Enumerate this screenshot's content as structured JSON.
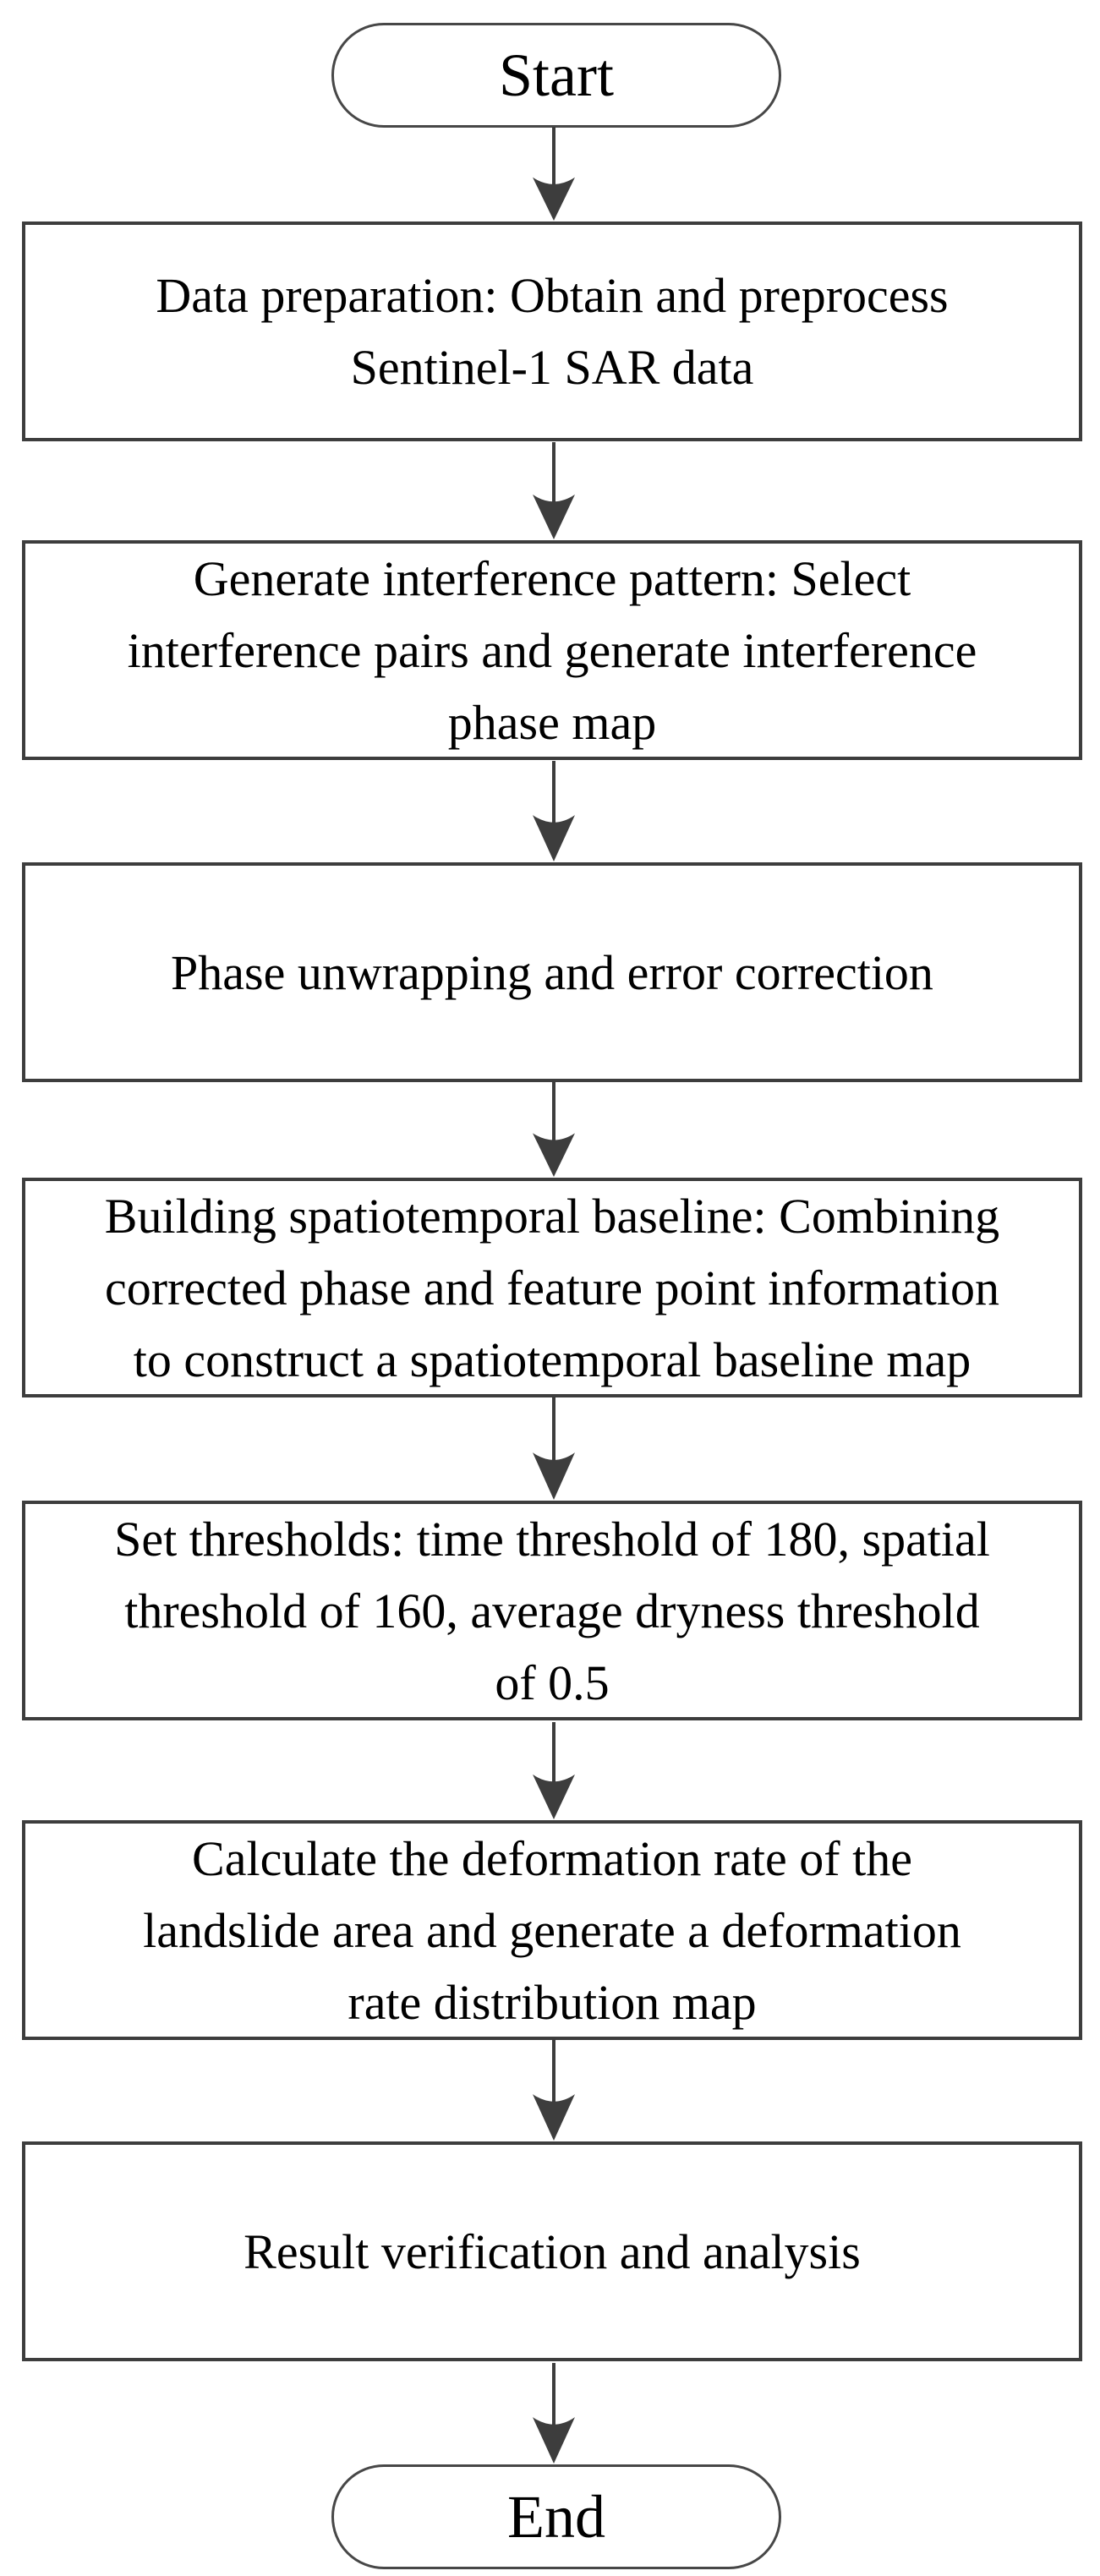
{
  "flowchart": {
    "colors": {
      "background": "#ffffff",
      "line": "#3d3d3d",
      "text": "#000000"
    },
    "nodes": [
      {
        "id": "start",
        "type": "terminator",
        "text": "Start"
      },
      {
        "id": "data-preparation",
        "type": "process",
        "lines": [
          "Data preparation: Obtain and preprocess",
          "Sentinel-1 SAR data"
        ]
      },
      {
        "id": "generate-interference-pattern",
        "type": "process",
        "lines": [
          "Generate interference pattern: Select",
          "interference pairs and generate interference",
          "phase map"
        ]
      },
      {
        "id": "phase-unwrapping",
        "type": "process",
        "lines": [
          "Phase unwrapping and error correction"
        ]
      },
      {
        "id": "building-spatiotemporal-baseline",
        "type": "process",
        "lines": [
          "Building spatiotemporal baseline: Combining",
          "corrected phase and feature point information",
          "to construct a spatiotemporal baseline map"
        ]
      },
      {
        "id": "set-thresholds",
        "type": "process",
        "lines": [
          "Set thresholds: time threshold of 180, spatial",
          "threshold of 160, average dryness threshold",
          "of 0.5"
        ]
      },
      {
        "id": "calculate-deformation-rate",
        "type": "process",
        "lines": [
          "Calculate the deformation rate of the",
          "landslide area and generate a deformation",
          "rate distribution map"
        ]
      },
      {
        "id": "result-verification",
        "type": "process",
        "lines": [
          "Result verification and analysis"
        ]
      },
      {
        "id": "end",
        "type": "terminator",
        "text": "End"
      }
    ],
    "edges": [
      {
        "from": "start",
        "to": "data-preparation"
      },
      {
        "from": "data-preparation",
        "to": "generate-interference-pattern"
      },
      {
        "from": "generate-interference-pattern",
        "to": "phase-unwrapping"
      },
      {
        "from": "phase-unwrapping",
        "to": "building-spatiotemporal-baseline"
      },
      {
        "from": "building-spatiotemporal-baseline",
        "to": "set-thresholds"
      },
      {
        "from": "set-thresholds",
        "to": "calculate-deformation-rate"
      },
      {
        "from": "calculate-deformation-rate",
        "to": "result-verification"
      },
      {
        "from": "result-verification",
        "to": "end"
      }
    ]
  }
}
